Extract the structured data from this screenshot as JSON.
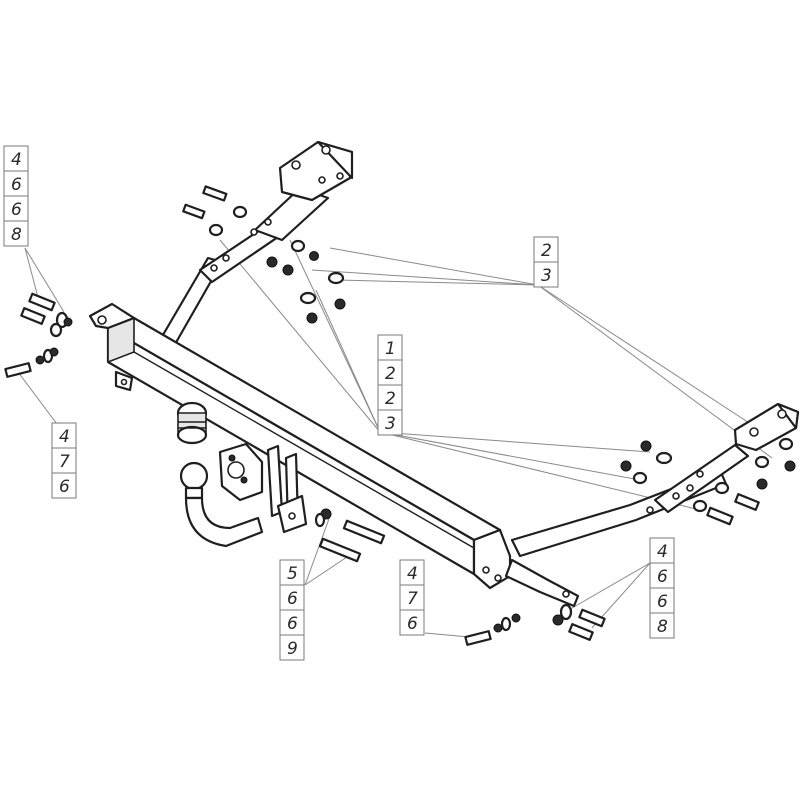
{
  "callouts": [
    {
      "id": "top-left",
      "items": [
        "4",
        "6",
        "6",
        "8"
      ]
    },
    {
      "id": "left-mid",
      "items": [
        "4",
        "7",
        "6"
      ]
    },
    {
      "id": "center",
      "items": [
        "1",
        "2",
        "2",
        "3"
      ]
    },
    {
      "id": "top-right",
      "items": [
        "2",
        "3"
      ]
    },
    {
      "id": "bottom-center",
      "items": [
        "5",
        "6",
        "6",
        "9"
      ]
    },
    {
      "id": "bottom-mid",
      "items": [
        "4",
        "7",
        "6"
      ]
    },
    {
      "id": "bottom-right",
      "items": [
        "4",
        "6",
        "6",
        "8"
      ]
    }
  ]
}
